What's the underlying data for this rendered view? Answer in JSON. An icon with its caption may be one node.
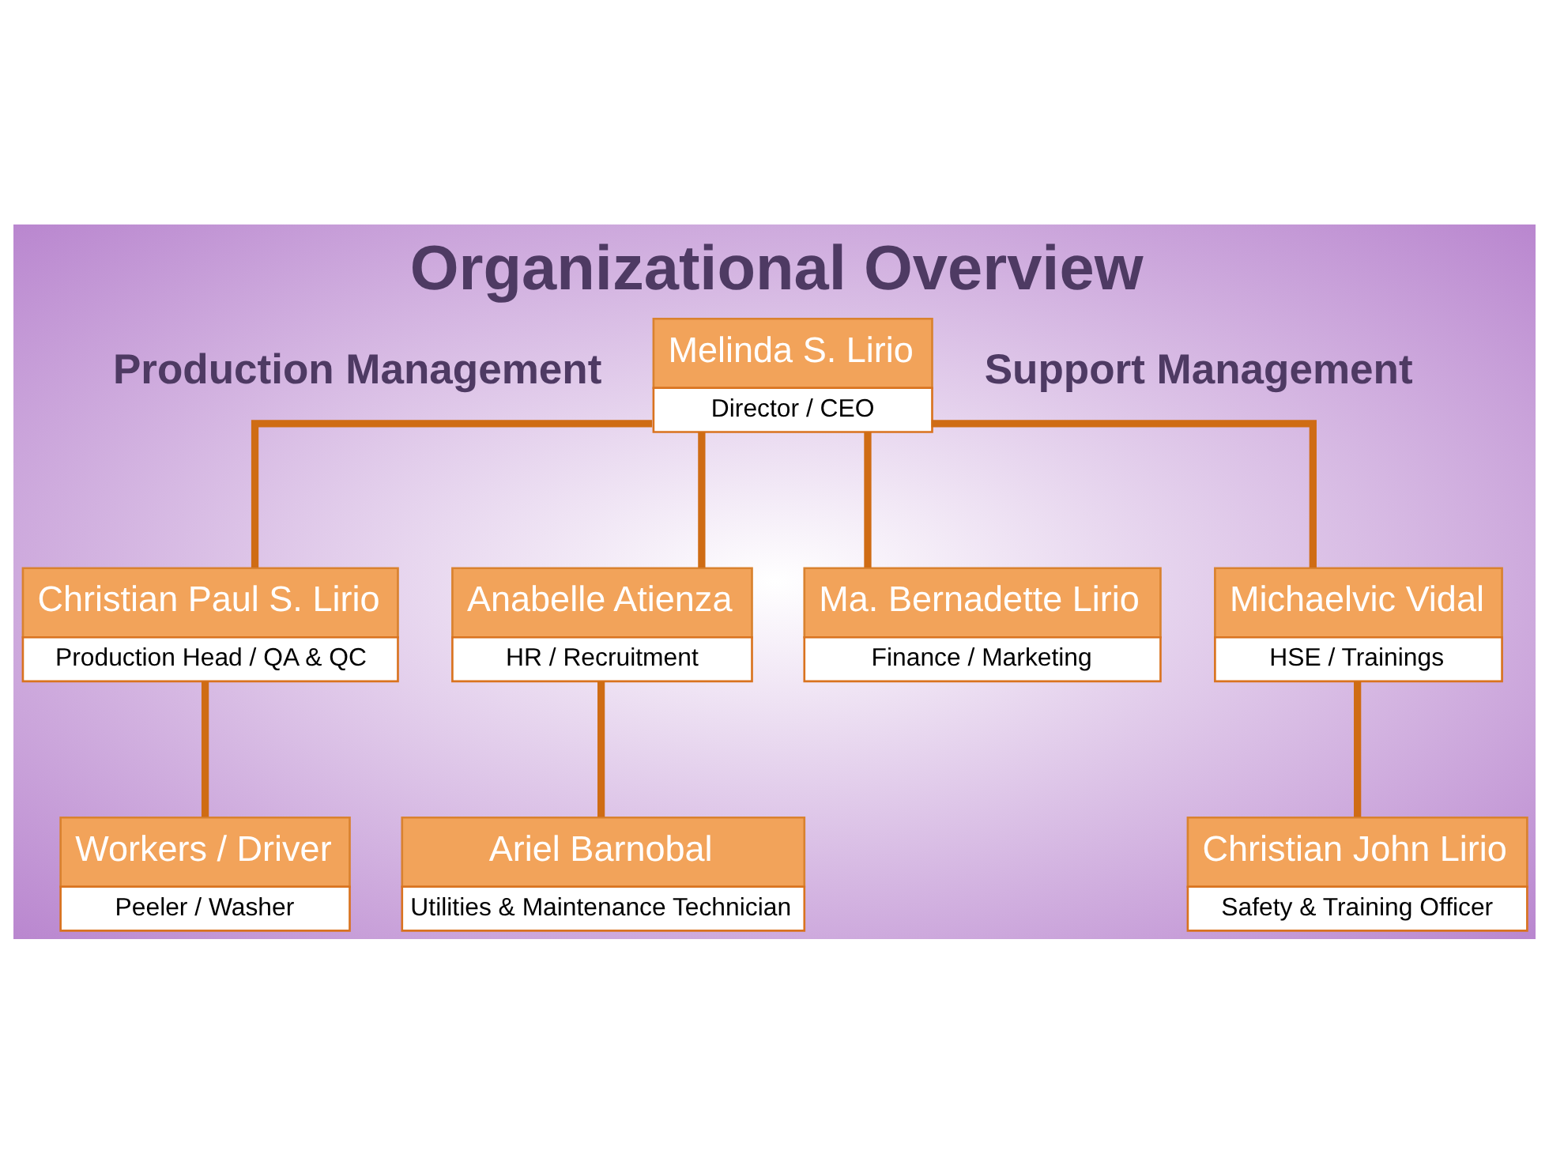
{
  "diagram": {
    "title": "Organizational Overview",
    "nodes": [
      {
        "text": [
          "Melinda S. Lirio",
          "Director / CEO"
        ]
      },
      {
        "text": [
          "Christian Paul S. Lirio",
          "Production Head / QA & QC"
        ]
      },
      {
        "text": [
          "Anabelle Atienza",
          "HR / Recruitment"
        ]
      },
      {
        "text": [
          "Ma. Bernadette Lirio",
          "Finance / Marketing"
        ]
      },
      {
        "text": [
          "Michaelvic Vidal",
          "HSE / Trainings"
        ]
      },
      {
        "text": [
          "Workers / Driver",
          "Peeler / Washer"
        ]
      },
      {
        "text": [
          "Ariel Barnobal",
          "Utilities & Maintenance Technician"
        ]
      },
      {
        "text": [
          "Christian John Lirio",
          "Safety & Training Officer"
        ]
      }
    ],
    "edges": [
      {
        "from": 0,
        "to": 1,
        "arrow": "none"
      },
      {
        "from": 0,
        "to": 2,
        "arrow": "none"
      },
      {
        "from": 0,
        "to": 3,
        "arrow": "none"
      },
      {
        "from": 0,
        "to": 4,
        "arrow": "none"
      },
      {
        "from": 1,
        "to": 5,
        "arrow": "none"
      },
      {
        "from": 2,
        "to": 6,
        "arrow": "none"
      },
      {
        "from": 4,
        "to": 7,
        "arrow": "none"
      }
    ],
    "labels": [
      "Production Management",
      "Support Management"
    ]
  }
}
